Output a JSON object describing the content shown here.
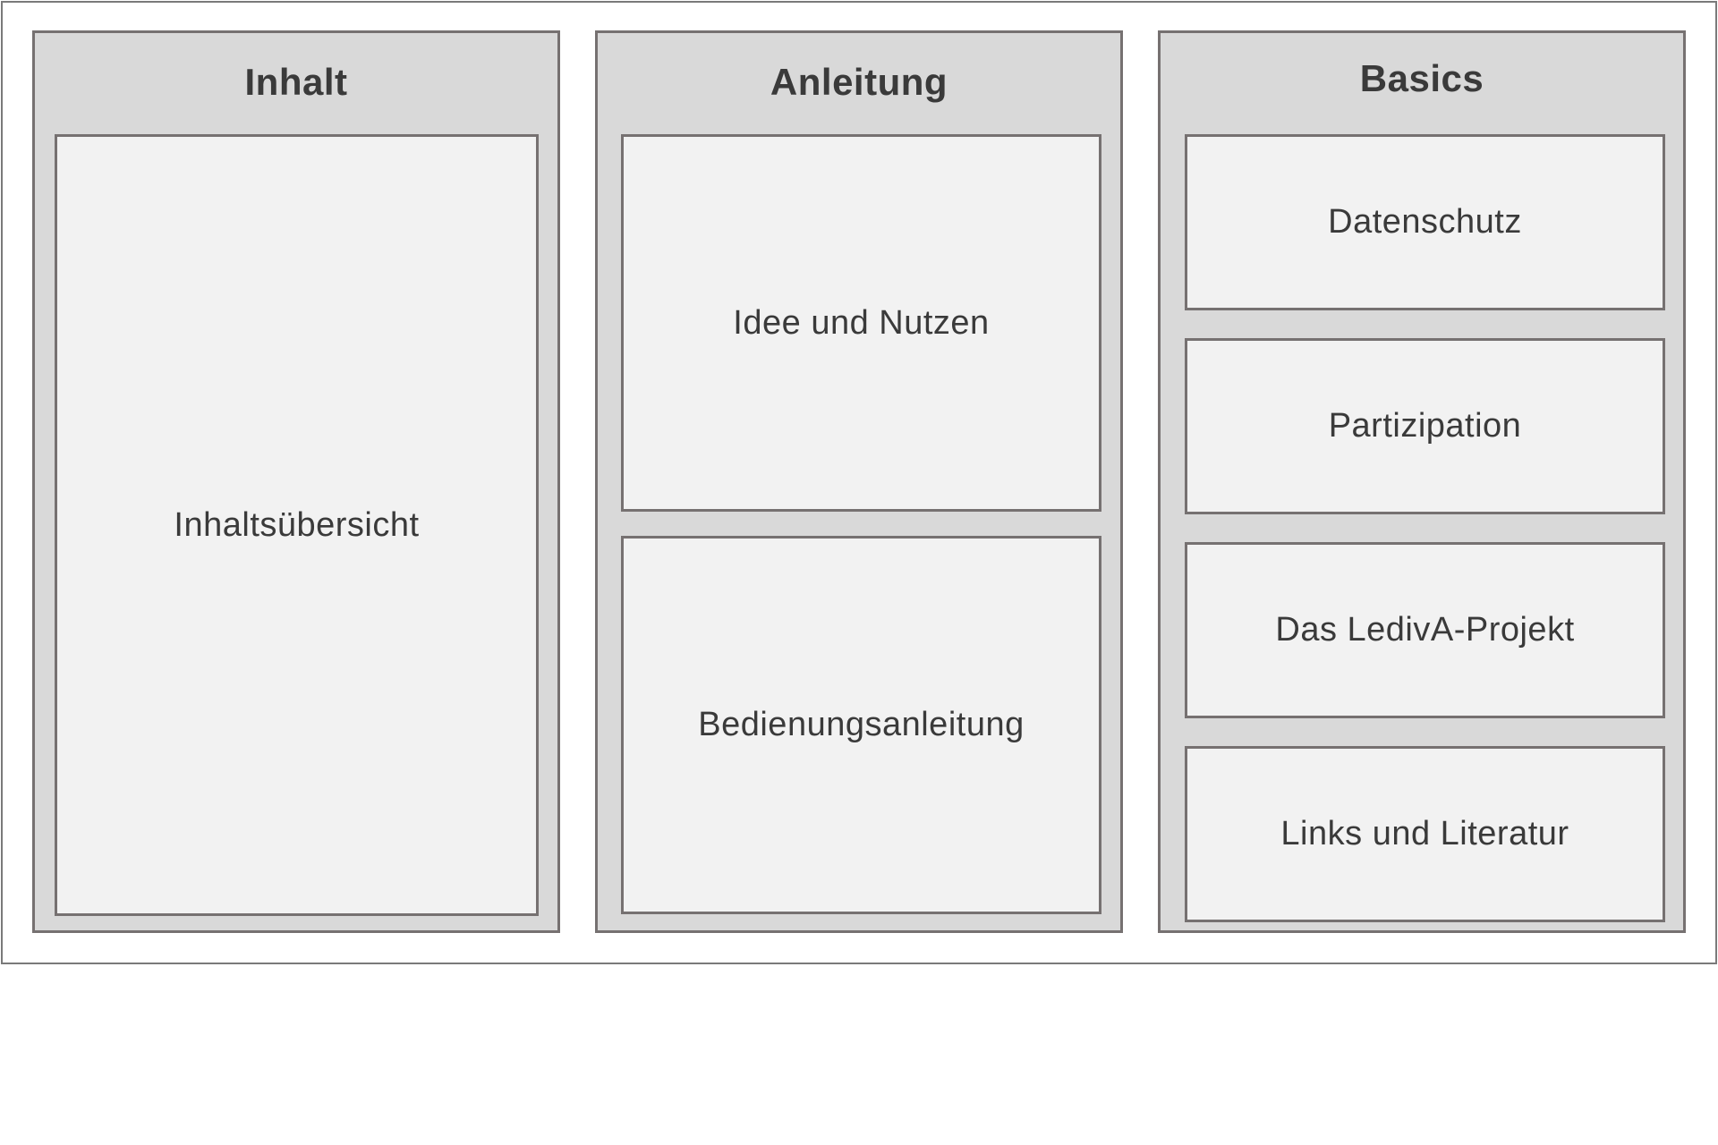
{
  "columns": [
    {
      "title": "Inhalt",
      "cards": [
        {
          "label": "Inhaltsübersicht"
        }
      ]
    },
    {
      "title": "Anleitung",
      "cards": [
        {
          "label": "Idee und Nutzen"
        },
        {
          "label": "Bedienungsanleitung"
        }
      ]
    },
    {
      "title": "Basics",
      "cards": [
        {
          "label": "Datenschutz"
        },
        {
          "label": "Partizipation"
        },
        {
          "label": "Das LedivA-Projekt"
        },
        {
          "label": "Links und Literatur"
        }
      ]
    }
  ],
  "colors": {
    "column_fill": "#d9d9d9",
    "card_fill": "#f2f2f2",
    "border": "#767171",
    "text": "#3a3a3a"
  }
}
